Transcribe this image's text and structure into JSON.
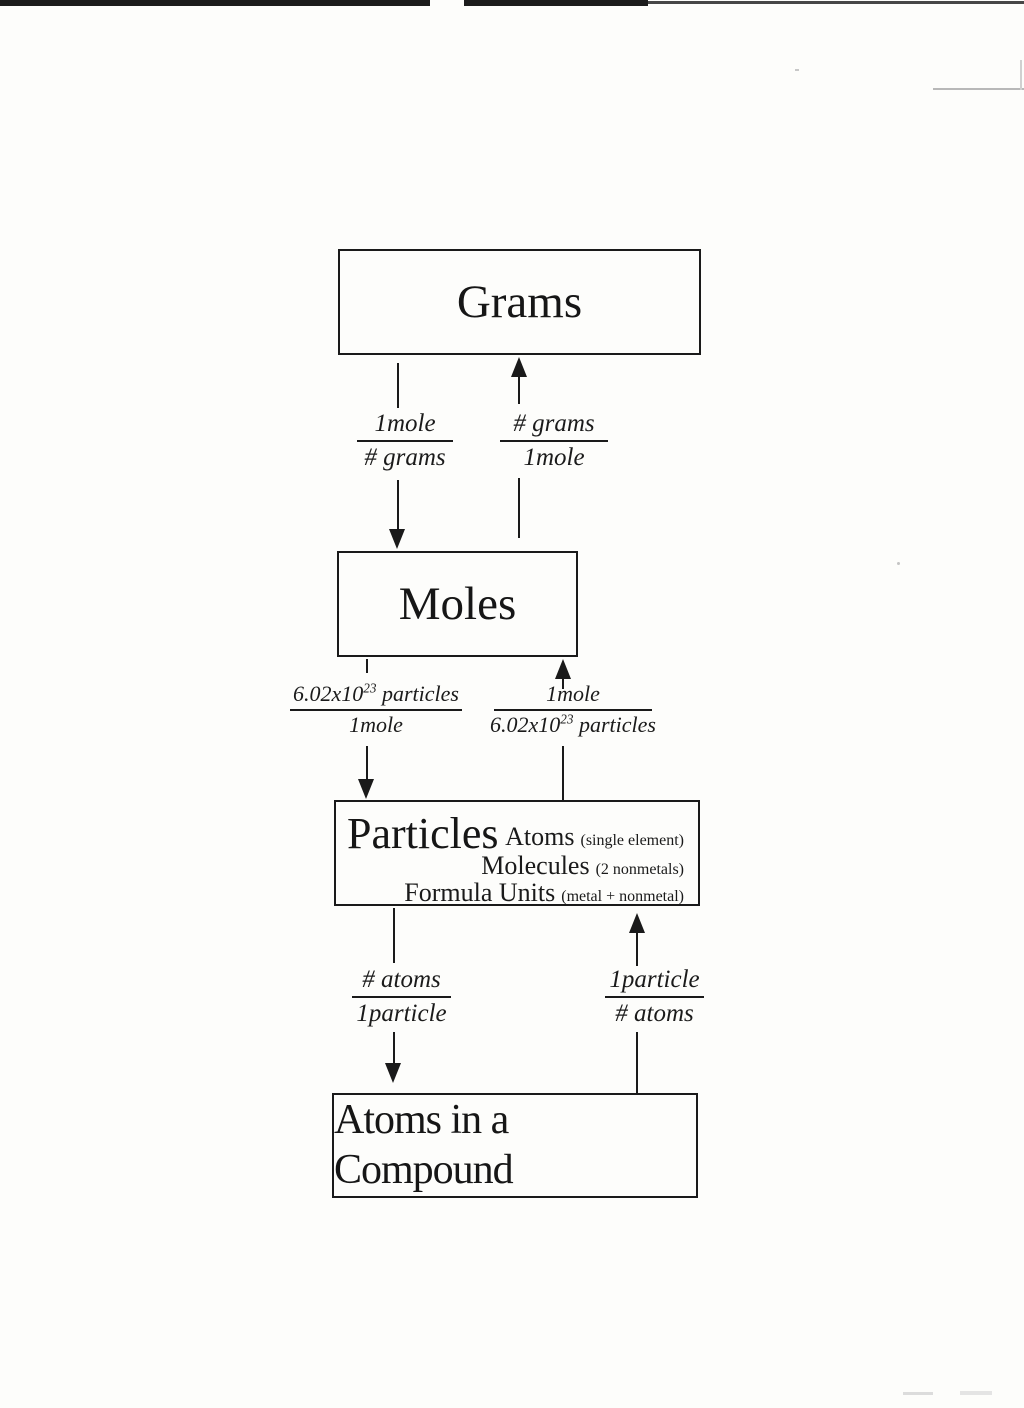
{
  "boxes": {
    "grams": {
      "label": "Grams"
    },
    "moles": {
      "label": "Moles"
    },
    "particles": {
      "label": "Particles",
      "types": [
        {
          "name": "Atoms",
          "note": "(single element)"
        },
        {
          "name": "Molecules",
          "note": "(2 nonmetals)"
        },
        {
          "name": "Formula Units",
          "note": "(metal + nonmetal)"
        }
      ]
    },
    "atoms_in_compound": {
      "label": "Atoms in a Compound"
    }
  },
  "conversions": {
    "grams_to_moles": {
      "num": "1mole",
      "den": "# grams"
    },
    "moles_to_grams": {
      "num": "# grams",
      "den": "1mole"
    },
    "moles_to_particles": {
      "num_base": "6.02x10",
      "num_sup": "23",
      "num_rest": " particles",
      "den": "1mole"
    },
    "particles_to_moles": {
      "num": "1mole",
      "den_base": "6.02x10",
      "den_sup": "23",
      "den_rest": " particles"
    },
    "particles_to_atoms": {
      "num": "# atoms",
      "den": "1particle"
    },
    "atoms_to_particles": {
      "num": "1particle",
      "den": "# atoms"
    }
  },
  "colors": {
    "ink": "#1a1a1a",
    "paper": "#fdfdfb"
  }
}
